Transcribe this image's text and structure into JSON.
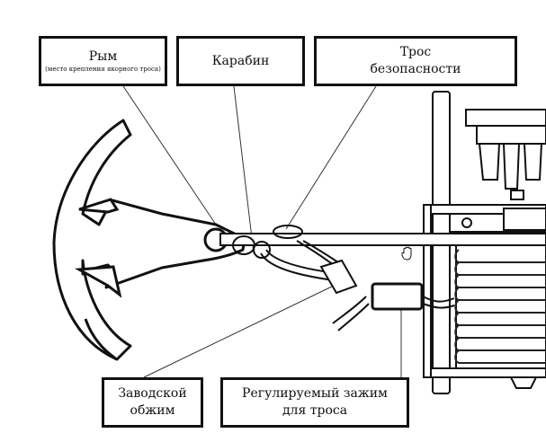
{
  "diagram": {
    "labels": {
      "ring": {
        "title": "Рым",
        "subtitle": "(место крепления якорного троса)"
      },
      "carabiner": {
        "title": "Карабин"
      },
      "safety_cable": {
        "line1": "Трос",
        "line2": "безопасности"
      },
      "factory_crimp": {
        "line1": "Заводской",
        "line2": "обжим"
      },
      "cable_clamp": {
        "line1": "Регулируемый зажим",
        "line2": "для троса"
      }
    },
    "components": [
      "anchor",
      "winch",
      "cable",
      "carabiner",
      "clamp"
    ],
    "cursor": "hand-cursor-icon"
  }
}
